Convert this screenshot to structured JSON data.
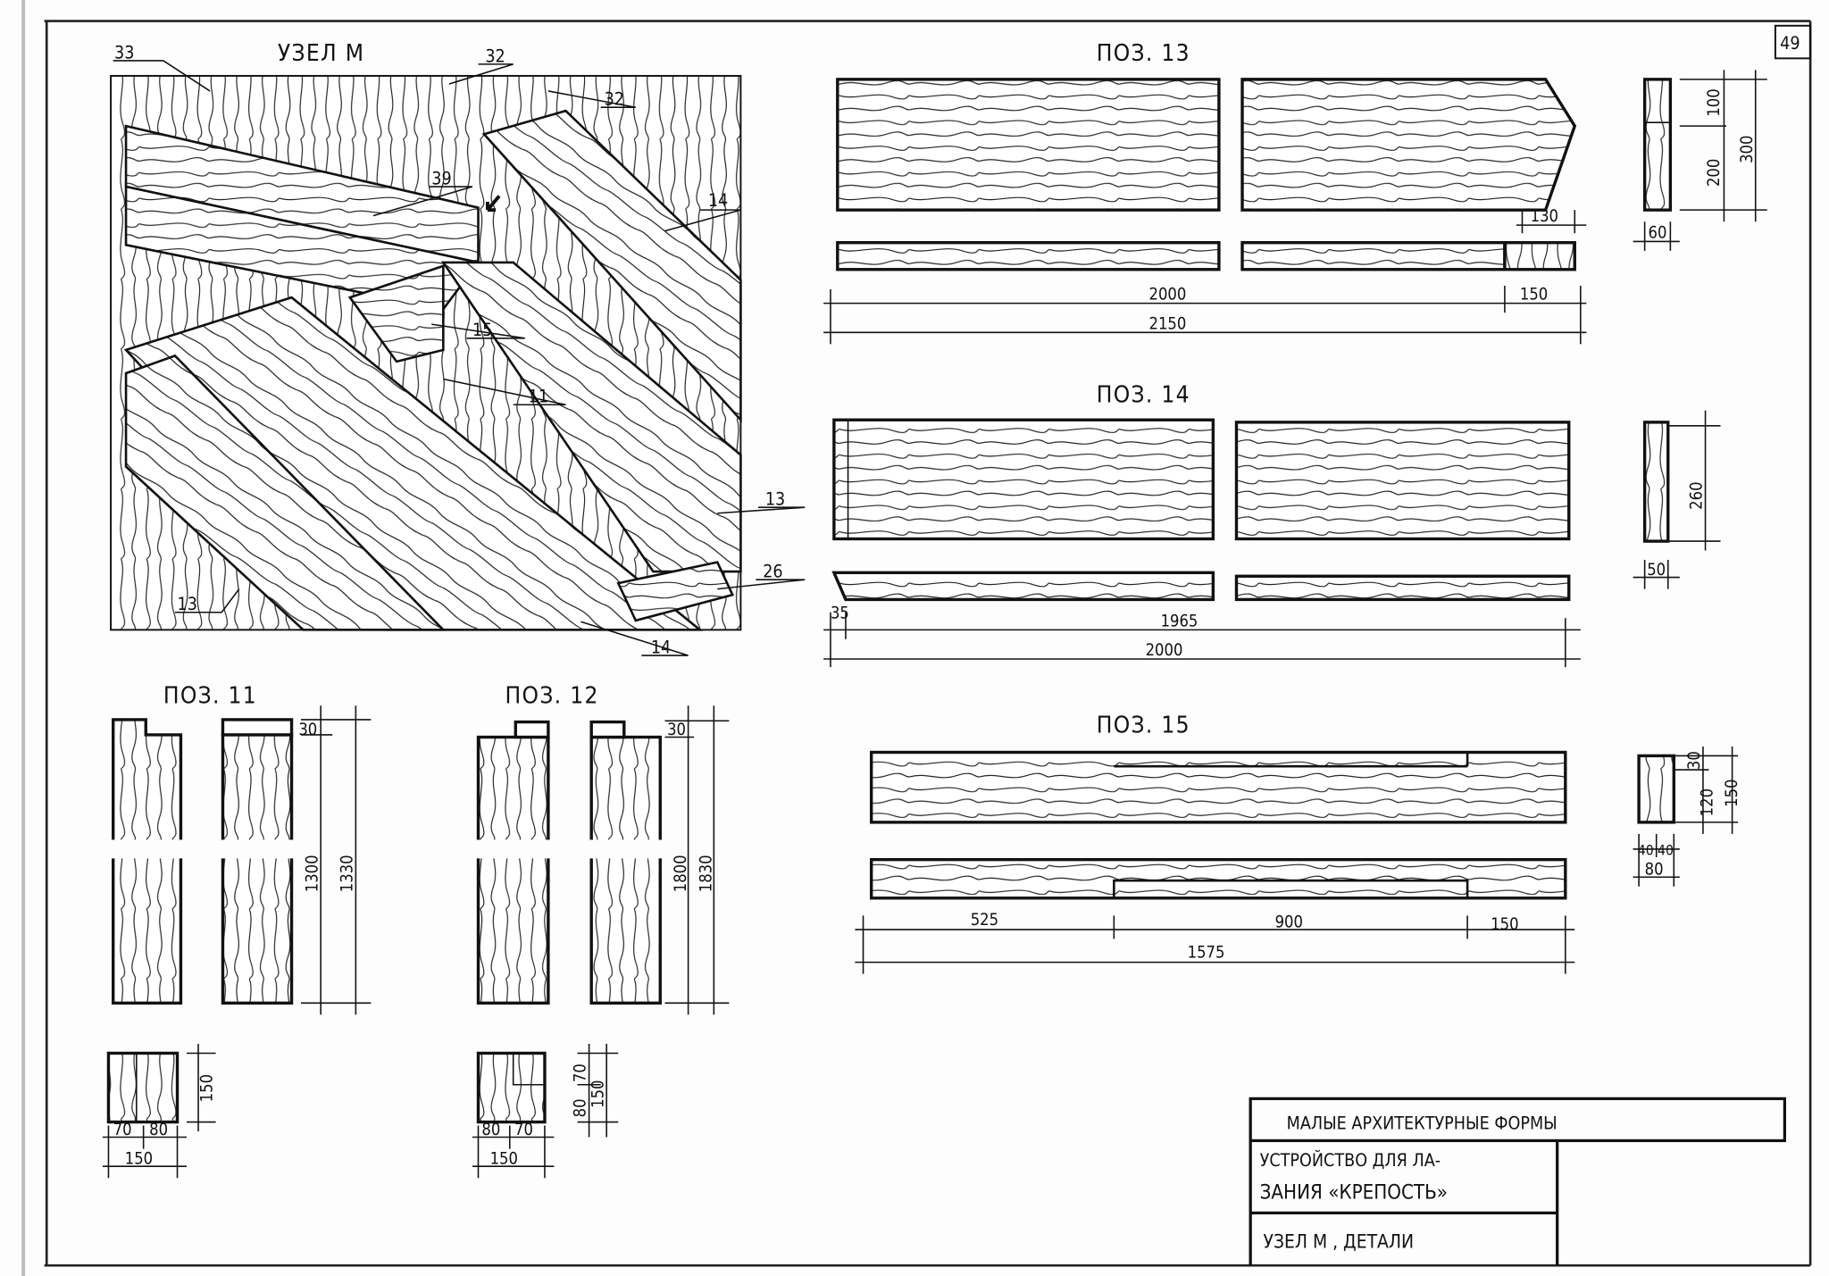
{
  "page_number": "49",
  "node_view": {
    "title": "УЗЕЛ  М",
    "callouts": [
      "33",
      "32",
      "32",
      "39",
      "14",
      "15",
      "11",
      "13",
      "26",
      "13",
      "14"
    ]
  },
  "pos11": {
    "title": "ПОЗ.  11",
    "dim_tenon": "30",
    "dim_len": "1300",
    "dim_total": "1330",
    "sec_h": "150",
    "sec_w1": "70",
    "sec_w2": "80",
    "sec_w": "150"
  },
  "pos12": {
    "title": "ПОЗ.  12",
    "dim_tenon": "30",
    "dim_len": "1800",
    "dim_total": "1830",
    "sec_h1": "70",
    "sec_h2": "80",
    "sec_h": "150",
    "sec_w1": "80",
    "sec_w2": "70",
    "sec_w": "150"
  },
  "pos13": {
    "title": "ПОЗ.  13",
    "dim_tip": "130",
    "dim_len": "2000",
    "dim_end": "150",
    "dim_total": "2150",
    "sec_h1": "100",
    "sec_h2": "200",
    "sec_h": "300",
    "sec_w": "60"
  },
  "pos14": {
    "title": "ПОЗ.  14",
    "dim_bevel": "35",
    "dim_len": "1965",
    "dim_total": "2000",
    "sec_h": "260",
    "sec_w": "50"
  },
  "pos15": {
    "title": "ПОЗ.  15",
    "dim_a": "525",
    "dim_b": "900",
    "dim_c": "150",
    "dim_total": "1575",
    "sec_h1": "30",
    "sec_h2": "120",
    "sec_h": "150",
    "sec_w1": "40",
    "sec_w2": "40",
    "sec_w": "80"
  },
  "title_block": {
    "series": "МАЛЫЕ   АРХИТЕКТУРНЫЕ   ФОРМЫ",
    "name_line1": "УСТРОЙСТВО  ДЛЯ  ЛА-",
    "name_line2": "ЗАНИЯ  «КРЕПОСТЬ»",
    "sheet": "УЗЕЛ  М ,  ДЕТАЛИ"
  }
}
